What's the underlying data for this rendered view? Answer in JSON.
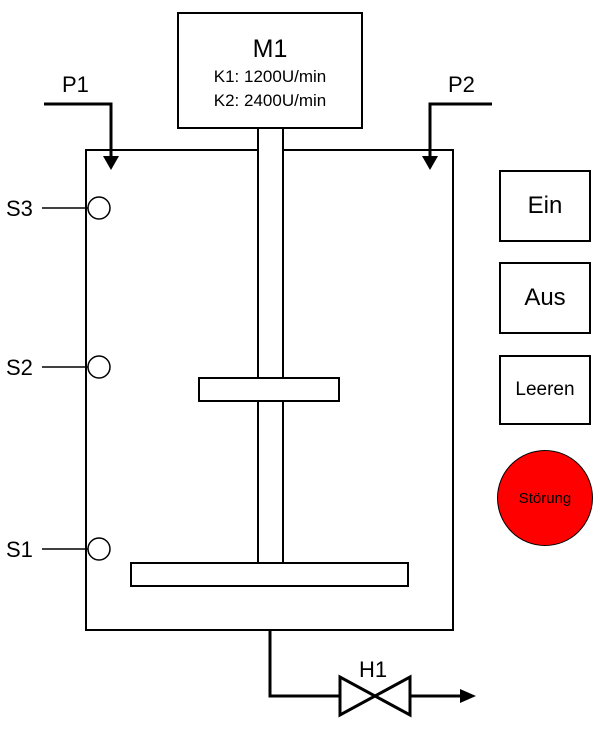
{
  "motor": {
    "name": "M1",
    "speed1": "K1: 1200U/min",
    "speed2": "K2: 2400U/min"
  },
  "pumps": {
    "p1": "P1",
    "p2": "P2"
  },
  "sensors": {
    "s3": "S3",
    "s2": "S2",
    "s1": "S1"
  },
  "valve": {
    "label": "H1"
  },
  "controls": {
    "on_label": "Ein",
    "off_label": "Aus",
    "drain_label": "Leeren",
    "fault_label": "Störung",
    "fault_color": "#ff0000"
  }
}
